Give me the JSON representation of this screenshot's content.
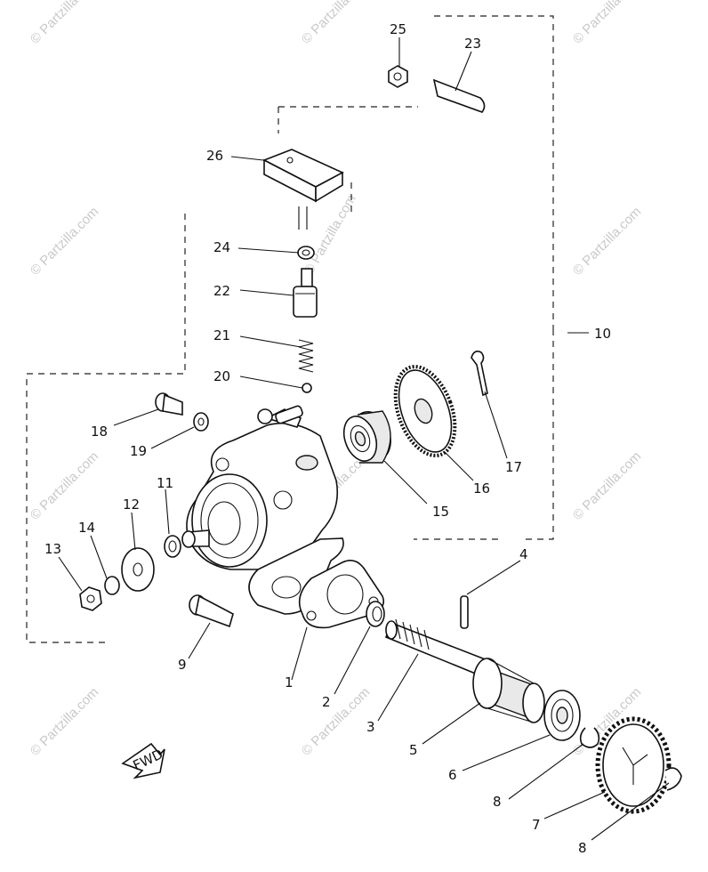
{
  "watermark": "© Partzilla.com",
  "fwd_label": "FWD",
  "callouts": {
    "c1": "1",
    "c2": "2",
    "c3": "3",
    "c4": "4",
    "c5": "5",
    "c6": "6",
    "c7": "7",
    "c8a": "8",
    "c8b": "8",
    "c9": "9",
    "c10": "10",
    "c11": "11",
    "c12": "12",
    "c13": "13",
    "c14": "14",
    "c15": "15",
    "c16": "16",
    "c17": "17",
    "c18": "18",
    "c19": "19",
    "c20": "20",
    "c21": "21",
    "c22": "22",
    "c23": "23",
    "c24": "24",
    "c25": "25",
    "c26": "26"
  }
}
